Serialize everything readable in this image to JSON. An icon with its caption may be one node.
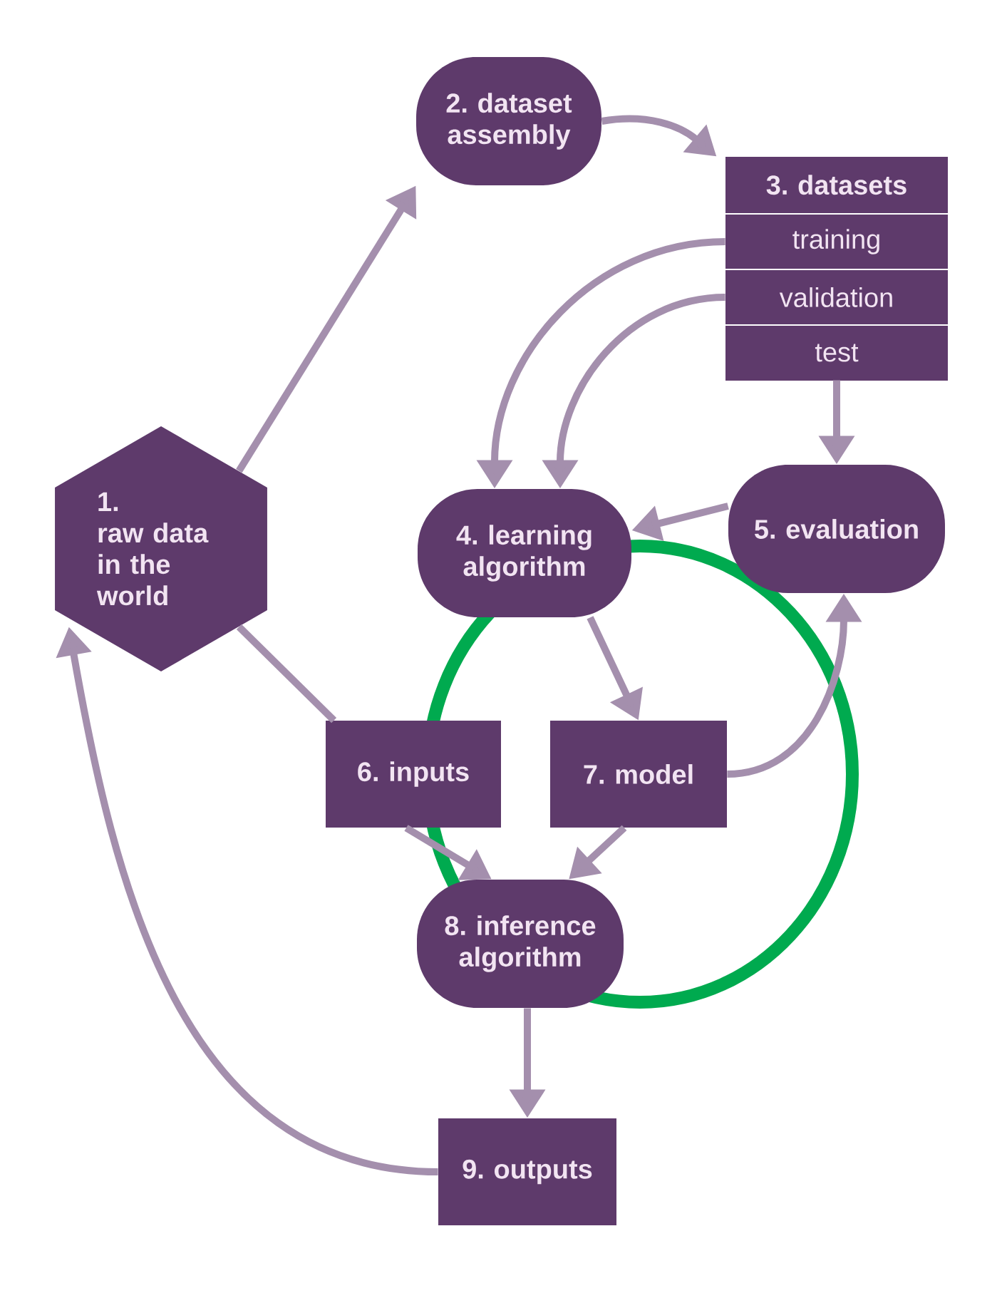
{
  "diagram": {
    "nodes": [
      {
        "text": [
          "1.",
          "raw data in the world"
        ]
      },
      {
        "text": [
          "2. dataset assembly"
        ]
      },
      {
        "text": [
          "3. datasets"
        ]
      },
      {
        "text": [
          "training"
        ],
        "in": 2
      },
      {
        "text": [
          "validation"
        ],
        "in": 2
      },
      {
        "text": [
          "test"
        ],
        "in": 2
      },
      {
        "text": [
          "4. learning algorithm"
        ]
      },
      {
        "text": [
          "5. evaluation"
        ]
      },
      {
        "text": [
          "6. inputs"
        ]
      },
      {
        "text": [
          "7. model"
        ]
      },
      {
        "text": [
          "8. inference algorithm"
        ]
      },
      {
        "text": [
          "9. outputs"
        ]
      }
    ],
    "edges": [
      {
        "from": 0,
        "to": 1,
        "arrow": "to"
      },
      {
        "from": 1,
        "to": 2,
        "arrow": "to"
      },
      {
        "from": 3,
        "to": 6,
        "arrow": "to"
      },
      {
        "from": 4,
        "to": 6,
        "arrow": "to"
      },
      {
        "from": 5,
        "to": 7,
        "arrow": "to"
      },
      {
        "from": 7,
        "to": 6,
        "arrow": "to"
      },
      {
        "from": 6,
        "to": 9,
        "arrow": "to"
      },
      {
        "from": 9,
        "to": 7,
        "arrow": "to"
      },
      {
        "from": 0,
        "to": 8,
        "arrow": "none"
      },
      {
        "from": 8,
        "to": 10,
        "arrow": "to"
      },
      {
        "from": 9,
        "to": 10,
        "arrow": "to"
      },
      {
        "from": 10,
        "to": 11,
        "arrow": "to"
      },
      {
        "from": 11,
        "to": 0,
        "arrow": "to"
      }
    ]
  }
}
